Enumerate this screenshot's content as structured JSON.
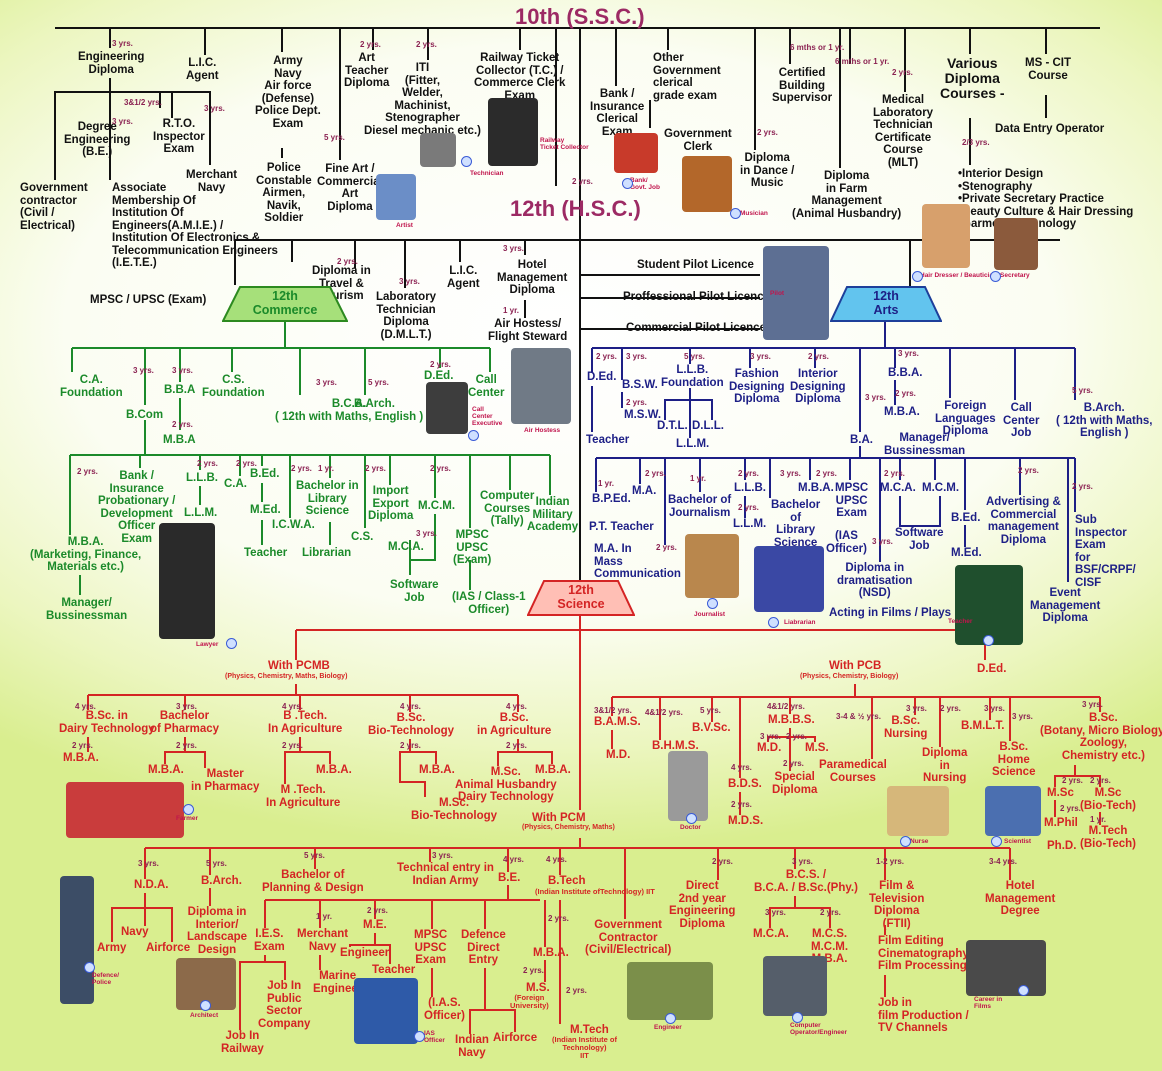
{
  "titles": {
    "ssc": "10th (S.S.C.)",
    "hsc": "12th (H.S.C.)"
  },
  "streams": {
    "commerce": "12th\nCommerce",
    "arts": "12th\nArts",
    "science": "12th\nScience"
  },
  "colors": {
    "black": "#111111",
    "green": "#1b8a2a",
    "blue": "#1d1f86",
    "red": "#d42424",
    "title": "#9c2a64",
    "years": "#8b2252"
  },
  "ssc": {
    "eng_diploma": "Engineering\nDiploma",
    "lic": "L.I.C.\nAgent",
    "army": "Army\nNavy\nAir force\n(Defense)\nPolice Dept.\nExam",
    "art_teacher": "Art\nTeacher\nDiploma",
    "iti": "ITI\n(Fitter,\nWelder,\nMachinist,\nStenographer\nDiesel mechanic etc.)",
    "railway": "Railway Ticket\nCollector (T.C.) /\nCommerce Clerk\nExam",
    "bank": "Bank /\nInsurance\nClerical\nExam",
    "other_govt": "Other\nGovernment\nclerical\ngrade exam",
    "govt_clerk": "Government\nClerk",
    "building": "Certified\nBuilding\nSupervisor",
    "mlt": "Medical\nLaboratory\nTechnician\nCertificate\nCourse\n(MLT)",
    "various": "Various\nDiploma\nCourses -",
    "mscit": "MS - CIT\nCourse",
    "data_entry": "Data Entry Operator",
    "courses_list": "•Interior Design\n•Stenography\n•Private Secretary Practice\n•Beauty Culture & Hair Dressing\n•Garment Technology",
    "degree_eng": "Degree\nEngineering\n(B.E.)",
    "rto": "R.T.O.\nInspector\nExam",
    "merchant": "Merchant\nNavy",
    "govt_contractor": "Government\ncontractor\n(Civil /\nElectrical)",
    "amie": "Associate\nMembership Of\nInstitution Of\nEngineers(A.M.I.E.) /\nInstitution Of Electronics &\nTelecommunication Engineers\n(I.E.T.E.)",
    "mpsc": "MPSC / UPSC (Exam)",
    "police": "Police\nConstable\nAirmen,\nNavik,\nSoldier",
    "fine_art": "Fine Art /\nCommercial\nArt\nDiploma",
    "dance": "Diploma\nin Dance /\nMusic",
    "farm": "Diploma\nin Farm\nManagement\n(Animal Husbandry)"
  },
  "hsc": {
    "travel": "Diploma in\nTravel &\nTourism",
    "lab_tech": "Laboratory\nTechnician\nDiploma\n(D.M.L.T.)",
    "lic": "L.I.C.\nAgent",
    "hotel": "Hotel\nManagement\nDiploma",
    "air_hostess": "Air Hostess/\nFlight Steward",
    "student_pilot": "Student Pilot Licence",
    "prof_pilot": "Proffessional Pilot Licence",
    "comm_pilot": "Commercial Pilot Licence"
  },
  "commerce": {
    "ca_found": "C.A.\nFoundation",
    "bba": "B.B.A",
    "cs_found": "C.S.\nFoundation",
    "bca": "B.C.A.\n( 12th with Maths, English )",
    "barch": "B.Arch.",
    "ded": "D.Ed.",
    "call": "Call\nCenter",
    "bcom": "B.Com",
    "mba": "M.B.A",
    "bank": "Bank /\nInsurance\nProbationary /\nDevelopment\nOfficer\nExam",
    "llb": "L.L.B.",
    "ca": "C.A.",
    "bed": "B.Ed.",
    "llm": "L.L.M.",
    "med": "M.Ed.",
    "teacher": "Teacher",
    "icwa": "I.C.W.A.",
    "bachelor_lib": "Bachelor in\nLibrary\nScience",
    "librarian": "Librarian",
    "cs": "C.S.",
    "import": "Import\nExport\nDiploma",
    "mcm": "M.C.M.",
    "mca": "M.C.A.",
    "software": "Software\nJob",
    "computer": "Computer\nCourses\n(Tally)",
    "military": "Indian\nMilitary\nAcademy",
    "mpsc": "MPSC\nUPSC\n(Exam)",
    "ias": "(IAS / Class-1\nOfficer)",
    "mba_spec": "M.B.A.\n(Marketing, Finance,\nMaterials etc.)",
    "manager": "Manager/\nBussinessman"
  },
  "arts": {
    "ded": "D.Ed.",
    "bsw": "B.S.W.",
    "llb_found": "L.L.B.\nFoundation",
    "fashion": "Fashion\nDesigning\nDiploma",
    "interior": "Interior\nDesigning\nDiploma",
    "bba": "B.B.A.",
    "msw": "M.S.W.",
    "dtl": "D.T.L.",
    "dll": "D.L.L.",
    "llm": "L.L.M.",
    "teacher": "Teacher",
    "mba": "M.B.A.",
    "manager": "Manager/\nBussinessman",
    "foreign": "Foreign\nLanguages\nDiploma",
    "call": "Call\nCenter\nJob",
    "barch": "B.Arch.\n( 12th with Maths,\nEnglish )",
    "ba": "B.A.",
    "bped": "B.P.Ed.",
    "ma": "M.A.",
    "pt": "P.T. Teacher",
    "journalism": "Bachelor of\nJournalism",
    "llb": "L.L.B.",
    "llm2": "L.L.M.",
    "blib": "Bachelor\nof\nLibrary\nScience",
    "mba2": "M.B.A.",
    "mpsc": "MPSC\nUPSC\nExam",
    "ias": "(IAS\nOfficer)",
    "mca": "M.C.A.",
    "mcm": "M.C.M.",
    "software": "Software\nJob",
    "bed": "B.Ed.",
    "med": "M.Ed.",
    "advertising": "Advertising &\nCommercial\nmanagement\nDiploma",
    "sub_inspector": "Sub\nInspector\nExam\nfor\nBSF/CRPF/\nCISF",
    "mass": "M.A. In\nMass\nCommunication",
    "drama": "Diploma in\ndramatisation\n(NSD)",
    "acting": "Acting in Films / Plays",
    "event": "Event\nManagement\nDiploma"
  },
  "science": {
    "pcmb": "With PCMB",
    "pcmb_sub": "(Physics, Chemistry, Maths, Biology)",
    "pcb": "With PCB",
    "pcb_sub": "(Physics, Chemistry, Biology)",
    "pcm": "With PCM",
    "pcm_sub": "(Physics, Chemistry, Maths)",
    "ded": "D.Ed.",
    "dairy": "B.Sc. in\nDairy Technology",
    "pharmacy": "Bachelor\nof Pharmacy",
    "btech_ag": "B .Tech.\nIn Agriculture",
    "bsc_bio": "B.Sc.\nBio-Technology",
    "bsc_ag": "B.Sc.\nin Agriculture",
    "mba1": "M.B.A.",
    "mba2": "M.B.A.",
    "master_ph": "Master\nin Pharmacy",
    "mtech_ag": "M .Tech.\nIn Agriculture",
    "mba3": "M.B.A.",
    "mba4": "M.B.A.",
    "msc_bio": "M.Sc.\nBio-Technology",
    "msc_ah": "M.Sc.\nAnimal Husbandry\nDairy Technology",
    "mba5": "M.B.A.",
    "bams": "B.A.M.S.",
    "md1": "M.D.",
    "bhms": "B.H.M.S.",
    "bvsc": "B.V.Sc.",
    "mbbs": "M.B.B.S.",
    "md2": "M.D.",
    "ms": "M.S.",
    "special": "Special\nDiploma",
    "bds": "B.D.S.",
    "mds": "M.D.S.",
    "paramedical": "Paramedical\nCourses",
    "bsc_nursing": "B.Sc.\nNursing",
    "dip_nursing": "Diploma\nin\nNursing",
    "bmlt": "B.M.L.T.",
    "home_sci": "B.Sc.\nHome\nScience",
    "bsc_list": "B.Sc.\n(Botany, Micro Biology,\nZoology,\nChemistry etc.)",
    "msc": "M.Sc",
    "msc_bt": "M.Sc\n(Bio-Tech)",
    "mphil": "M.Phil",
    "mtech_bt": "M.Tech\n(Bio-Tech)",
    "phd": "Ph.D.",
    "nda": "N.D.A.",
    "navy": "Navy",
    "army": "Army",
    "airforce": "Airforce",
    "barch": "B.Arch.",
    "diploma_int": "Diploma in\nInterior/\nLandscape\nDesign",
    "planning": "Bachelor of\nPlanning & Design",
    "army_entry": "Technical entry in\nIndian Army",
    "be": "B.E.",
    "btech": "B.Tech",
    "iit": "(Indian Institute ofTechnology) IIT",
    "ies": "I.E.S.\nExam",
    "job_railway": "Job In\nRailway",
    "public": "Job In\nPublic\nSector\nCompany",
    "merchant": "Merchant\nNavy",
    "marine": "Marine\nEngineer",
    "me": "M.E.",
    "engineer": "Engineer",
    "teacher": "Teacher",
    "mpsc": "MPSC\nUPSC\nExam",
    "ias": "(I.A.S.\nOfficer)",
    "defence": "Defence\nDirect\nEntry",
    "indian_navy": "Indian\nNavy",
    "airforce2": "Airforce",
    "mba": "M.B.A.",
    "ms_foreign": "M.S.",
    "ms_foreign_sub": "(Foreign\nUniversity)",
    "mtech": "M.Tech",
    "mtech_sub": "(Indian Institute of\nTechnology)\nIIT",
    "govt_contractor": "Government\nContractor\n(Civil/Electrical)",
    "direct": "Direct\n2nd year\nEngineering\nDiploma",
    "bcs": "B.C.S. /\nB.C.A. / B.Sc.(Phy.)",
    "mca": "M.C.A.",
    "mcs": "M.C.S.\nM.C.M.\nM.B.A.",
    "film": "Film &\nTelevision\nDiploma\n(FTII)",
    "film_editing": "Film Editing\nCinematography\nFilm Processing",
    "job_film": "Job in\nfilm Production /\nTV Channels",
    "hotel": "Hotel\nManagement\nDegree"
  },
  "illustrations": {
    "technician": "Technician",
    "railway_tc": "Railway\nTicket Collector",
    "bank": "Bank/\nGovt. Job",
    "musician": "Musician",
    "artist": "Artist",
    "pilot": "Pilot",
    "hair": "Hair Dresser / Beautician",
    "secretary": "Secretary",
    "call_center": "Call\nCenter\nExecutive",
    "air_hostess": "Air Hostess",
    "lawyer": "Lawyer",
    "journalist": "Journalist",
    "librarian": "Liabrarian",
    "teacher": "Teacher",
    "farmer": "Farmer",
    "doctor": "Doctor",
    "nurse": "Nurse",
    "scientist": "Scientist",
    "police": "Defence/\nPolice",
    "architect": "Architect",
    "ias": "IAS\nOfficer",
    "engineer": "Engineer",
    "computer": "Computer\nOperator/Engineer",
    "films": "Career in\nFilms"
  },
  "years": [
    "3 yrs.",
    "2 yrs.",
    "3&1/2 yrs.",
    "5 yrs.",
    "4 yrs.",
    "1 yr.",
    "6 mths or 1 yr.",
    "2/3 yrs.",
    "4&1/2 yrs.",
    "3-4 & ½ yrs.",
    "1-2 yrs.",
    "3-4 yrs.",
    "4&1/2 yrs."
  ]
}
